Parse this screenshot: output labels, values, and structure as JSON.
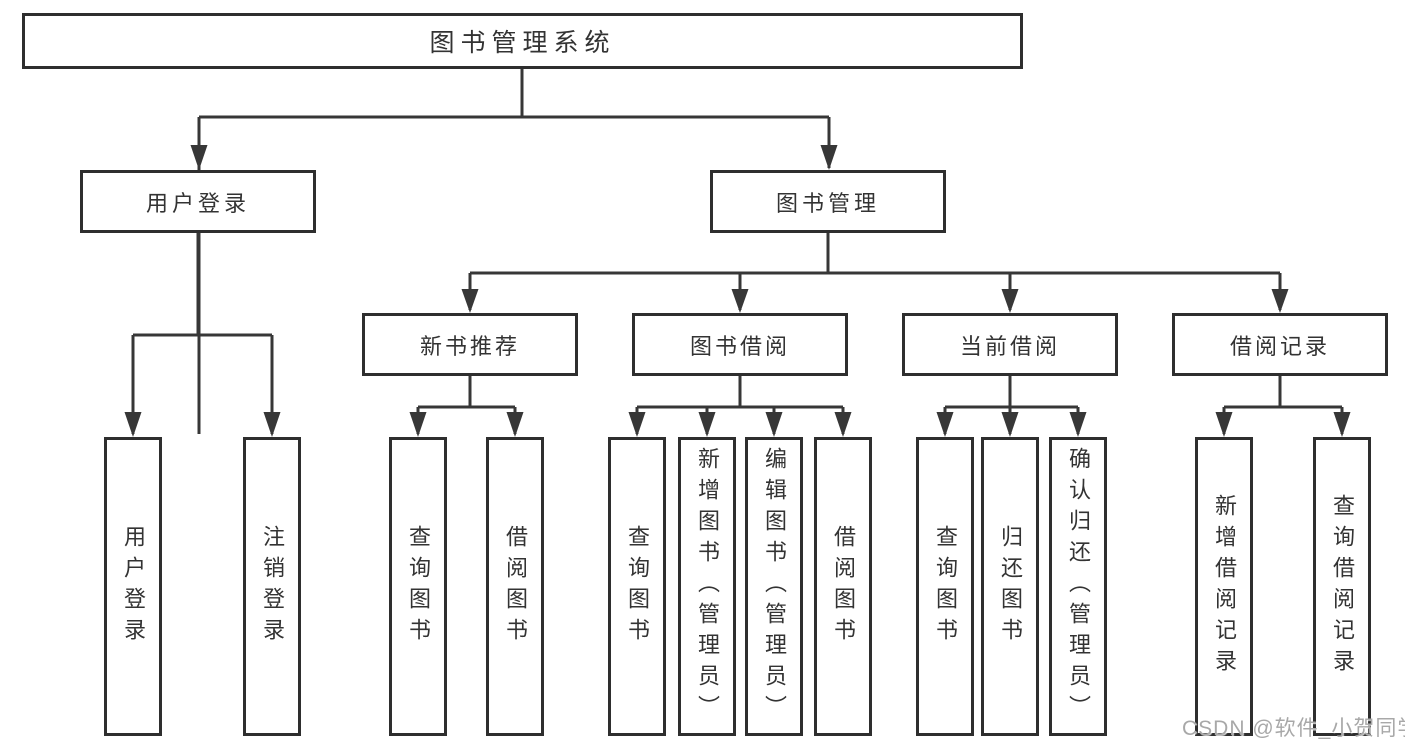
{
  "diagram": {
    "root": {
      "label": "图书管理系统"
    },
    "user_branch": {
      "label": "用户登录",
      "children": [
        {
          "label": "用户登录"
        },
        {
          "label": "注销登录"
        }
      ]
    },
    "mgmt_branch": {
      "label": "图书管理",
      "groups": [
        {
          "label": "新书推荐",
          "children": [
            {
              "label": "查询图书"
            },
            {
              "label": "借阅图书"
            }
          ]
        },
        {
          "label": "图书借阅",
          "children": [
            {
              "label": "查询图书"
            },
            {
              "label": "新增图书（管理员）"
            },
            {
              "label": "编辑图书（管理员）"
            },
            {
              "label": "借阅图书"
            }
          ]
        },
        {
          "label": "当前借阅",
          "children": [
            {
              "label": "查询图书"
            },
            {
              "label": "归还图书"
            },
            {
              "label": "确认归还（管理员）"
            }
          ]
        },
        {
          "label": "借阅记录",
          "children": [
            {
              "label": "新增借阅记录"
            },
            {
              "label": "查询借阅记录"
            }
          ]
        }
      ]
    },
    "watermark": "CSDN @软件_小贺同学",
    "colors": {
      "line": "#373737",
      "border": "#2e2e2e",
      "text": "#333333",
      "watermark": "#a8a8a8",
      "background": "#ffffff"
    }
  }
}
